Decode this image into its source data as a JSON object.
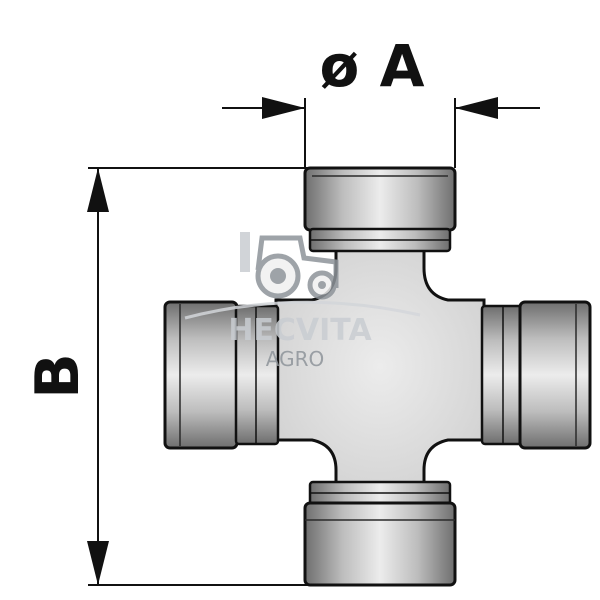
{
  "dimensions": {
    "diameter_label": "ø A",
    "height_label": "B"
  },
  "watermark": {
    "brand": "HECVITA",
    "sub": "AGRO",
    "icon": "tractor-icon"
  },
  "colors": {
    "outline": "#111111",
    "body_fill": "#e4e4e4",
    "cap_light": "#e8e8e8",
    "cap_dark": "#6f6f6f",
    "watermark": "#9aa0a6"
  }
}
